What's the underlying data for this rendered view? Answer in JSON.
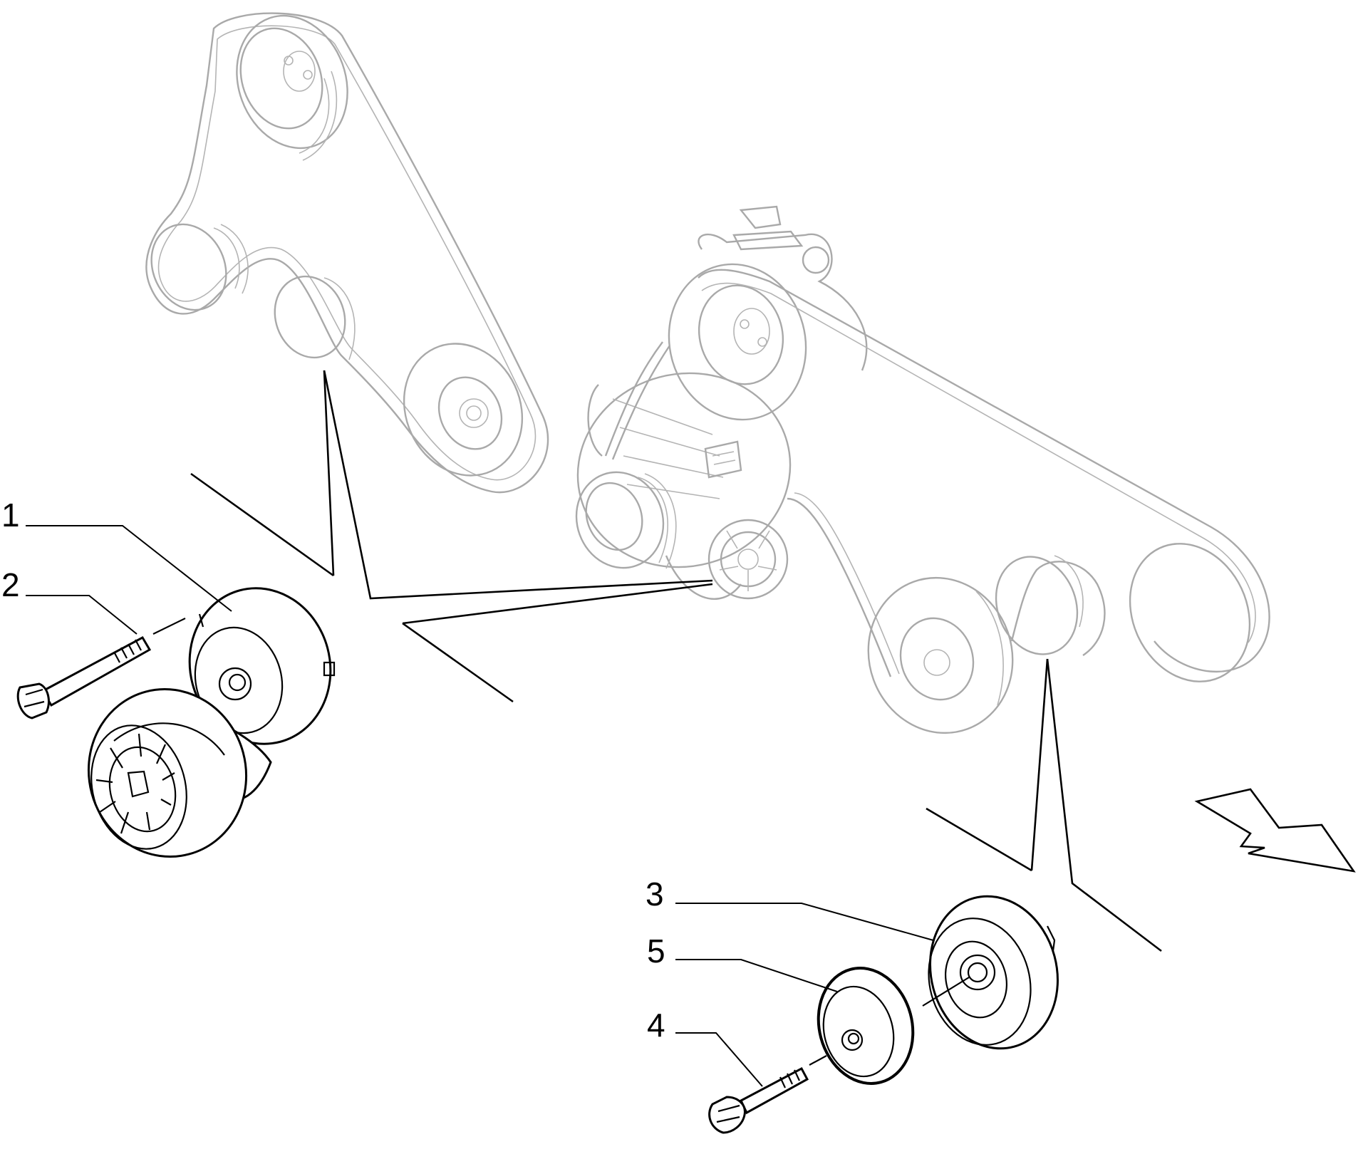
{
  "callouts": [
    {
      "id": "1",
      "label": "1"
    },
    {
      "id": "2",
      "label": "2"
    },
    {
      "id": "3",
      "label": "3"
    },
    {
      "id": "5",
      "label": "5"
    },
    {
      "id": "4",
      "label": "4"
    }
  ],
  "colors": {
    "ink": "#000000",
    "ghost_outline": "#a9a9a9",
    "background": "#ffffff"
  }
}
